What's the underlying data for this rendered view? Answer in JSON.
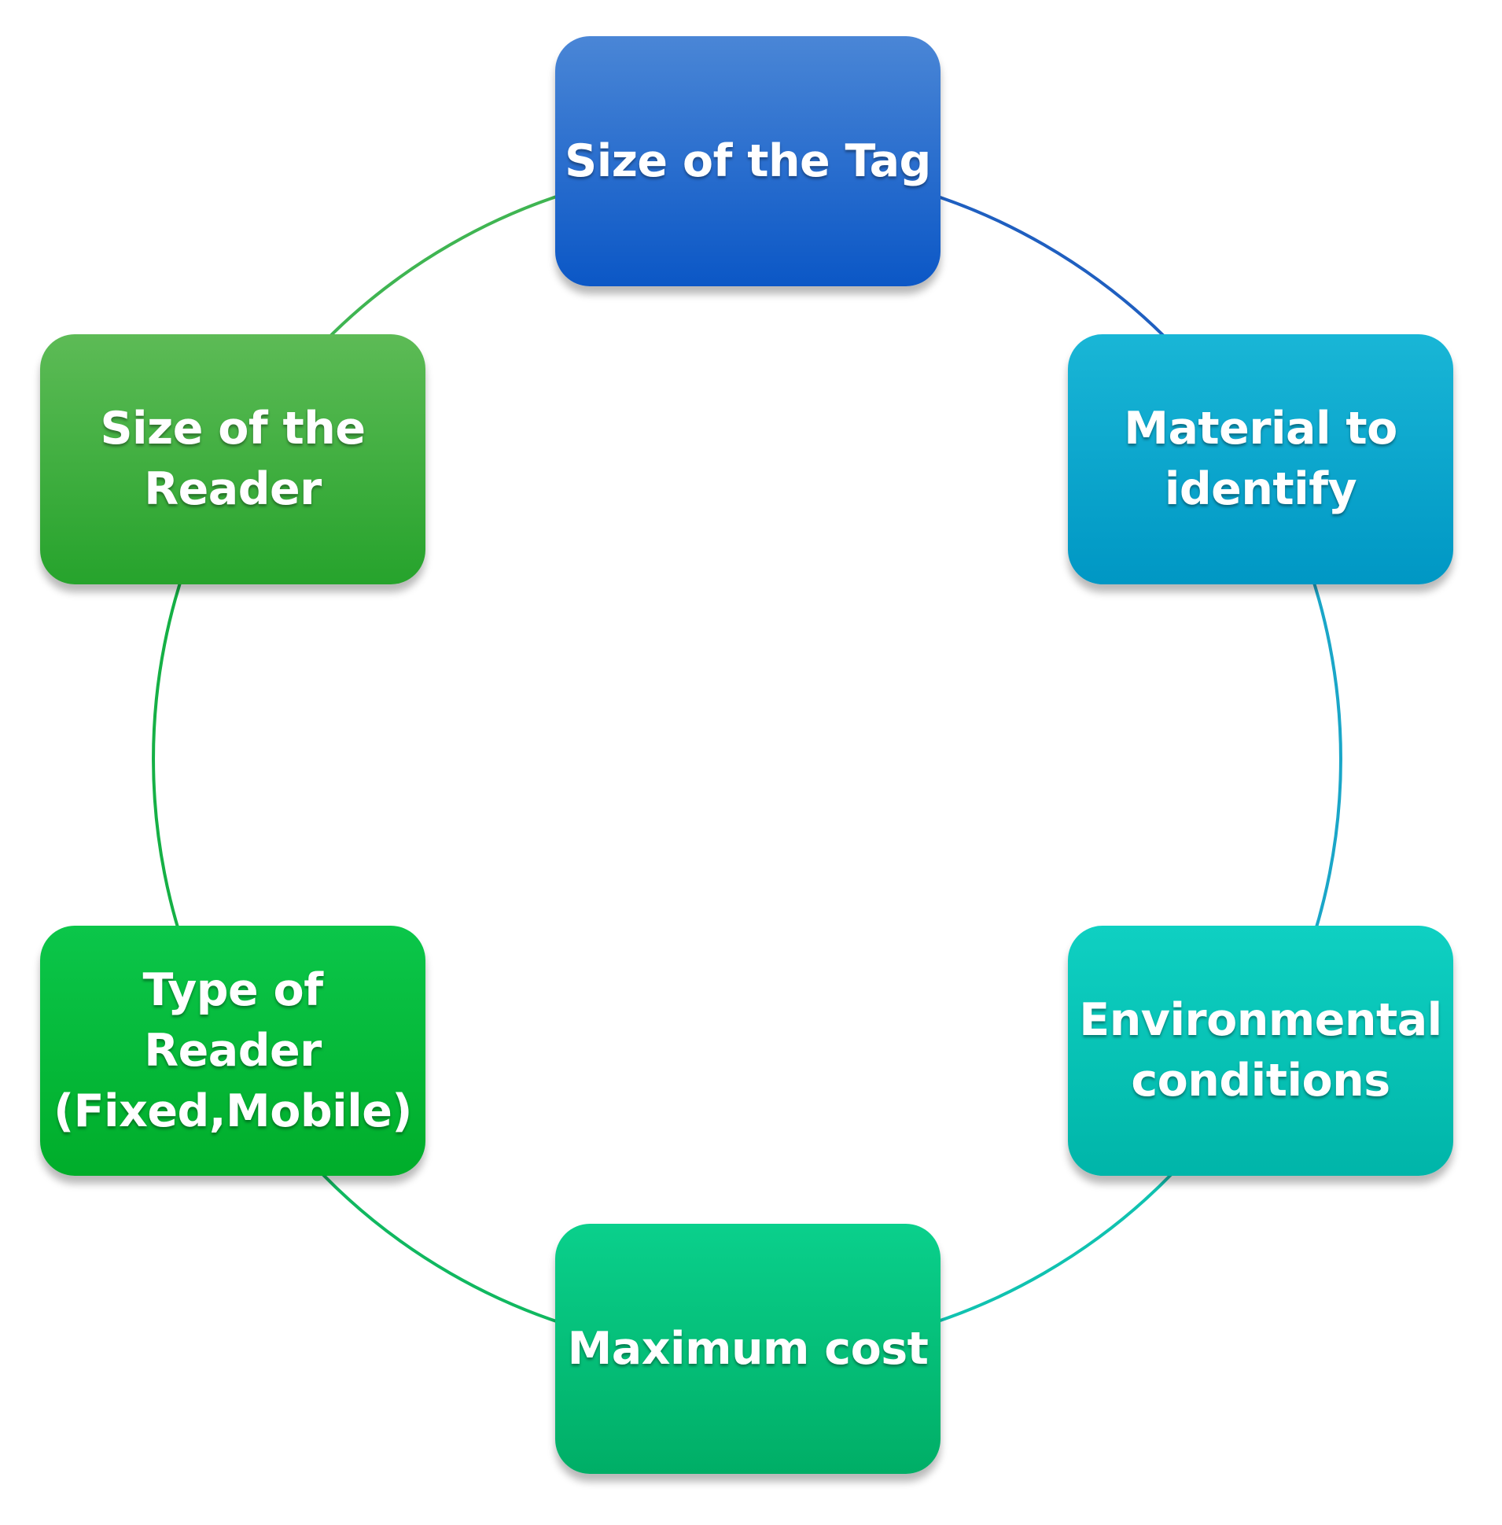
{
  "diagram": {
    "type": "cycle",
    "nodes": [
      {
        "id": "top",
        "label": "Size of the Tag",
        "color_top": "#4a86d6",
        "color_bottom": "#0b57c6"
      },
      {
        "id": "right-upper",
        "label": "Material to\nidentify",
        "color_top": "#19b6d6",
        "color_bottom": "#0097c4"
      },
      {
        "id": "right-lower",
        "label": "Environmental\nconditions",
        "color_top": "#0fd0c2",
        "color_bottom": "#00b5a9"
      },
      {
        "id": "bottom",
        "label": "Maximum cost",
        "color_top": "#0ad08c",
        "color_bottom": "#00ae66"
      },
      {
        "id": "left-lower",
        "label": "Type of\nReader\n(Fixed,Mobile)",
        "color_top": "#0bc64a",
        "color_bottom": "#00ad2a"
      },
      {
        "id": "left-upper",
        "label": "Size of the\nReader",
        "color_top": "#5dbb56",
        "color_bottom": "#26a32c"
      }
    ],
    "ring_colors": {
      "top_right": "#1f5fc0",
      "right": "#1aa6c8",
      "bottom_right": "#10c2b0",
      "bottom_left": "#10b860",
      "left": "#15b045",
      "top_left": "#3fb552"
    }
  }
}
